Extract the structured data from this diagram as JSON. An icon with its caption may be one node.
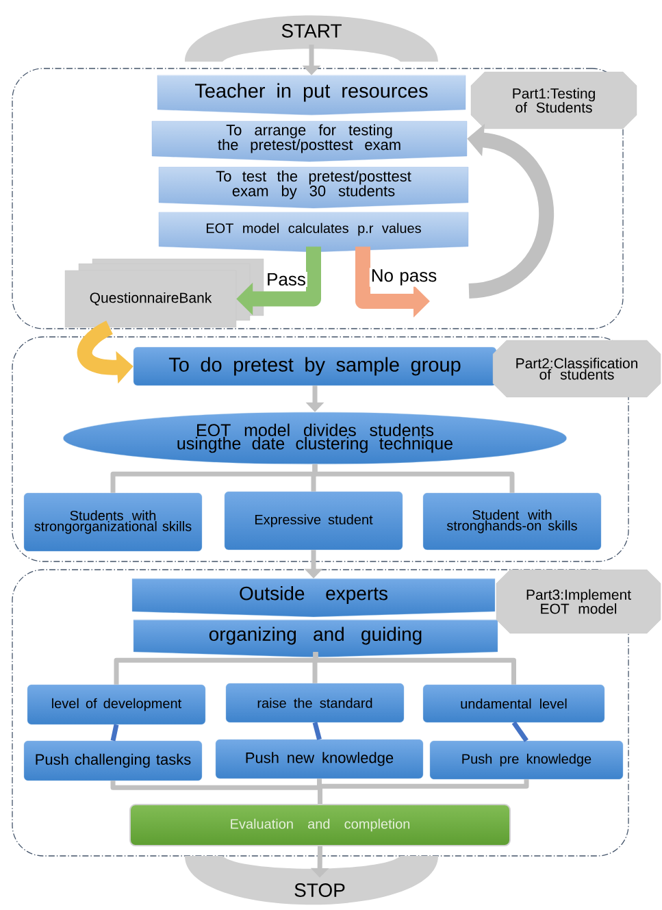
{
  "diagram": {
    "nodes": [
      {
        "text": [
          "START"
        ]
      },
      {
        "text": [],
        "shape": "box"
      },
      {
        "text": [
          "Teacher in put resources"
        ],
        "in": 1
      },
      {
        "text": [
          "To arrange for testing the pretest/posttest exam"
        ],
        "in": 1
      },
      {
        "text": [
          "To test the pretest/posttest exam by 30 students"
        ],
        "in": 1
      },
      {
        "text": [
          "EOT model calculates p.r values"
        ],
        "in": 1
      },
      {
        "text": [
          "QuestionnaireBank"
        ],
        "in": 1
      },
      {
        "text": [
          "Part1:Testing of Students"
        ]
      },
      {
        "text": [],
        "shape": "box"
      },
      {
        "text": [
          "To do pretest by sample group"
        ],
        "in": 8
      },
      {
        "text": [
          "Part2:Classification of students"
        ]
      },
      {
        "text": [
          "EOT model divides students usingthe date clustering technique"
        ],
        "in": 8
      },
      {
        "text": [
          "Students with strongorganizational skills"
        ],
        "in": 8
      },
      {
        "text": [
          "Expressive student"
        ],
        "in": 8
      },
      {
        "text": [
          "Student with stronghands-on skills"
        ],
        "in": 8
      },
      {
        "text": [],
        "shape": "box"
      },
      {
        "text": [
          "Outside experts"
        ],
        "in": 15
      },
      {
        "text": [
          "organizing and guiding"
        ],
        "in": 15
      },
      {
        "text": [
          "Part3:Implement EOT model"
        ]
      },
      {
        "text": [
          "level of development"
        ],
        "in": 15
      },
      {
        "text": [
          "raise the standard"
        ],
        "in": 15
      },
      {
        "text": [
          "undamental level"
        ],
        "in": 15
      },
      {
        "text": [
          "Push challenging tasks"
        ],
        "in": 15
      },
      {
        "text": [
          "Push new knowledge"
        ],
        "in": 15
      },
      {
        "text": [
          "Push pre knowledge"
        ],
        "in": 15
      },
      {
        "text": [
          "Evaluation and completion"
        ],
        "in": 15
      },
      {
        "text": [
          "STOP"
        ]
      }
    ],
    "edges": [
      {
        "from": 0,
        "to": 2,
        "arrow": "to"
      },
      {
        "from": 5,
        "to": 6,
        "arrow": "to",
        "label": "Pass",
        "style": "thick",
        "color": "#8cc26e"
      },
      {
        "from": 5,
        "to": null,
        "arrow": "to",
        "label": "No pass",
        "style": "thick",
        "color": "#f4a582"
      },
      {
        "from": null,
        "to": 3,
        "arrow": "to",
        "style": "thick"
      },
      {
        "from": 6,
        "to": 9,
        "arrow": "to",
        "style": "thick",
        "color": "#f5c04a"
      },
      {
        "from": 9,
        "to": 11,
        "arrow": "to"
      },
      {
        "from": 11,
        "to": 12,
        "arrow": "none"
      },
      {
        "from": 11,
        "to": 13,
        "arrow": "none"
      },
      {
        "from": 11,
        "to": 14,
        "arrow": "none"
      },
      {
        "from": 13,
        "to": 16,
        "arrow": "to"
      },
      {
        "from": 17,
        "to": 19,
        "arrow": "none"
      },
      {
        "from": 17,
        "to": 20,
        "arrow": "none"
      },
      {
        "from": 17,
        "to": 21,
        "arrow": "none"
      },
      {
        "from": 19,
        "to": 22,
        "arrow": "none",
        "color": "#4472c4"
      },
      {
        "from": 20,
        "to": 23,
        "arrow": "none",
        "color": "#4472c4"
      },
      {
        "from": 21,
        "to": 24,
        "arrow": "none",
        "color": "#4472c4"
      },
      {
        "from": 22,
        "to": 25,
        "arrow": "none"
      },
      {
        "from": 23,
        "to": 25,
        "arrow": "none"
      },
      {
        "from": 24,
        "to": 25,
        "arrow": "none"
      },
      {
        "from": 25,
        "to": 26,
        "arrow": "to"
      }
    ]
  }
}
